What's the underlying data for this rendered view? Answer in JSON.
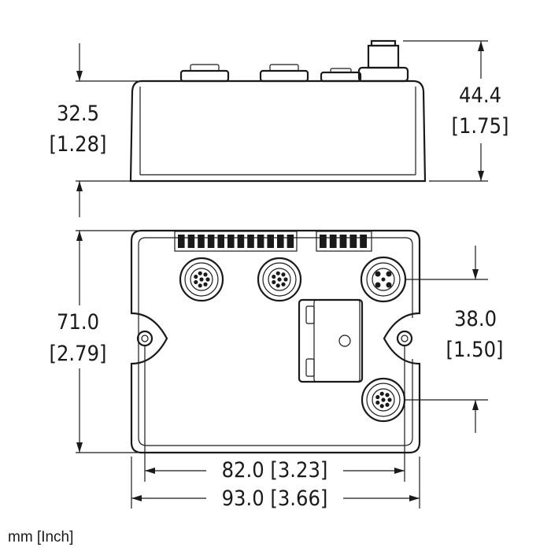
{
  "dimensions": {
    "side_height": {
      "mm": "32.5",
      "inch": "[1.28]"
    },
    "connector_height": {
      "mm": "44.4",
      "inch": "[1.75]"
    },
    "body_height": {
      "mm": "71.0",
      "inch": "[2.79]"
    },
    "connector_pitch": {
      "mm": "38.0",
      "inch": "[1.50]"
    },
    "mount_spacing": {
      "text": "82.0 [3.23]"
    },
    "overall_width": {
      "text": "93.0 [3.66]"
    }
  },
  "units_note": "mm [Inch]"
}
